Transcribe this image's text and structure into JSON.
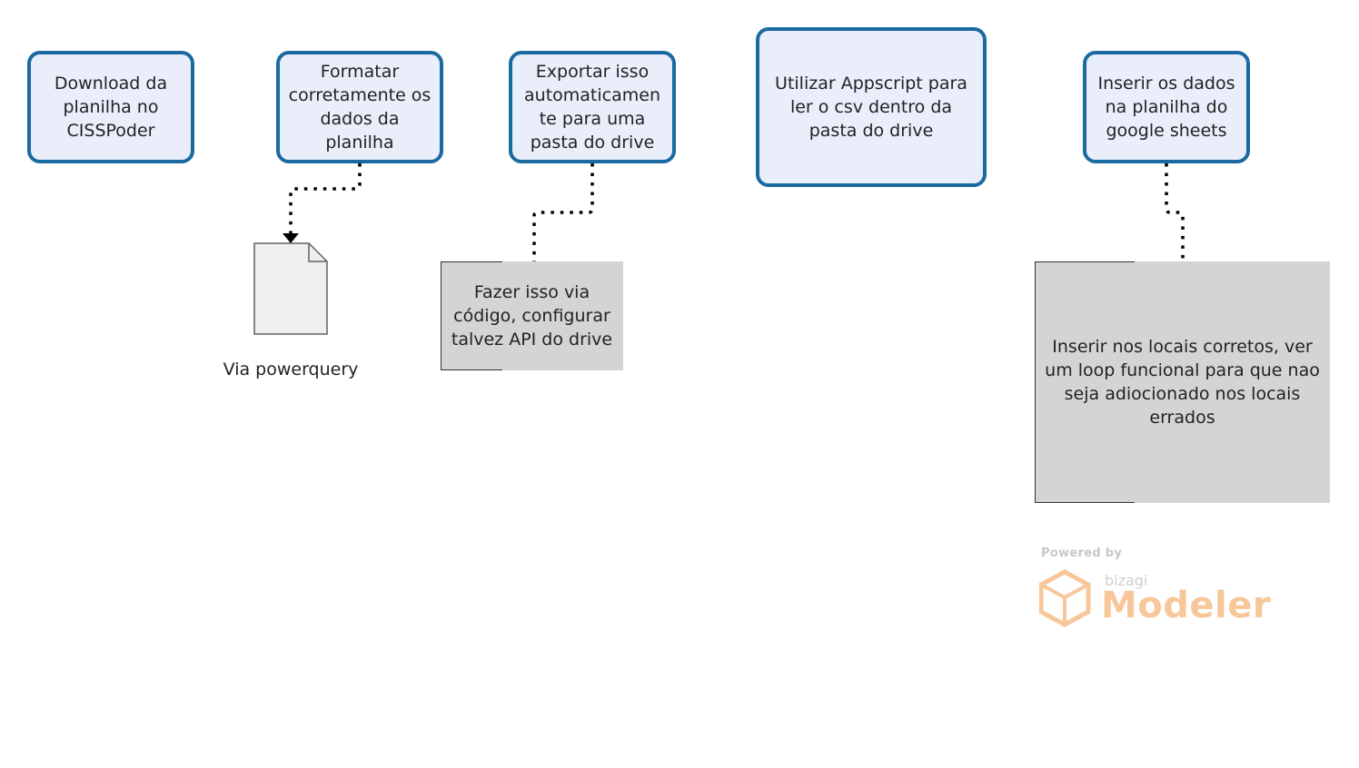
{
  "tasks": [
    {
      "label": "Download da\nplanilha no\nCISSPoder"
    },
    {
      "label": "Formatar\ncorretamente os\ndados da\nplanilha"
    },
    {
      "label": "Exportar isso\nautomaticamen\nte para uma\npasta do drive"
    },
    {
      "label": "Utilizar Appscript para\nler o csv dentro da\npasta do drive"
    },
    {
      "label": "Inserir os dados\nna planilha do\ngoogle sheets"
    }
  ],
  "document": {
    "label": "Via powerquery"
  },
  "annotations": [
    {
      "label": "Fazer isso via\ncódigo, configurar\ntalvez API do drive"
    },
    {
      "label": "Inserir nos locais corretos, ver\num loop funcional para que nao\nseja adiocionado nos locais\nerrados"
    }
  ],
  "branding": {
    "powered_by": "Powered by",
    "vendor": "bizagi",
    "product": "Modeler",
    "color": "#f7c79a"
  },
  "colors": {
    "task_border": "#1a6aa0",
    "task_fill": "#eaeefb",
    "annotation_fill": "#d4d4d4"
  }
}
